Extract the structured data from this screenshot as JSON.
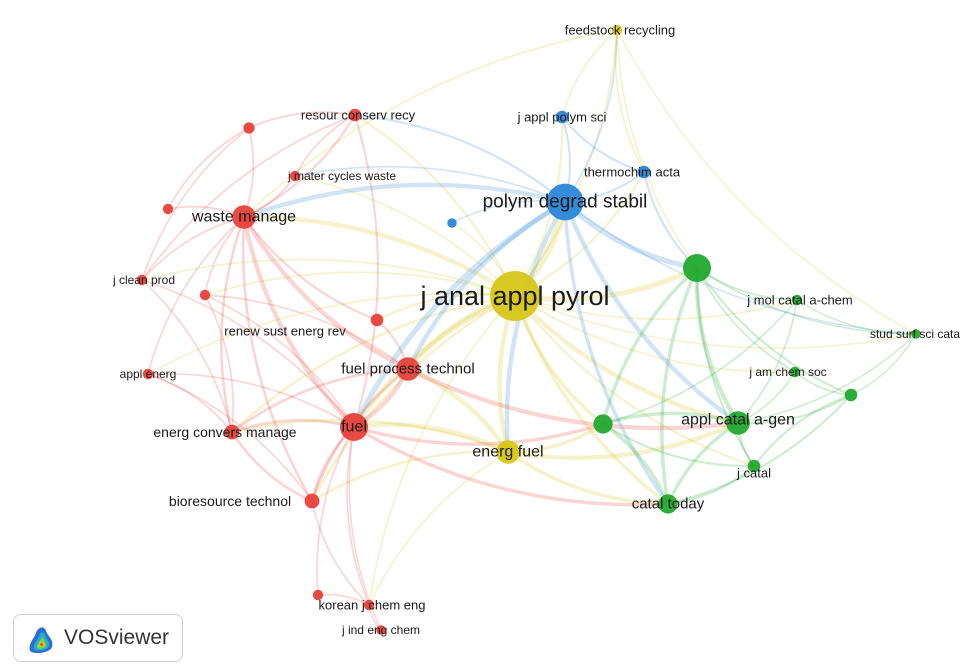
{
  "logo": {
    "text": "VOSviewer"
  },
  "clusters": {
    "red": "#e8403a",
    "yellow": "#d7c619",
    "blue": "#2b86d6",
    "green": "#22a92e"
  },
  "nodes": [
    {
      "id": "janal",
      "label": "j anal appl pyrol",
      "cluster": "yellow",
      "weight": 10
    },
    {
      "id": "polym",
      "label": "polym degrad stabil",
      "cluster": "blue",
      "weight": 7
    },
    {
      "id": "energfuel",
      "label": "energ fuel",
      "cluster": "yellow",
      "weight": 4
    },
    {
      "id": "feedstock",
      "label": "feedstock recycling",
      "cluster": "yellow",
      "weight": 1
    },
    {
      "id": "japplpolym",
      "label": "j appl polym sci",
      "cluster": "blue",
      "weight": 1.5
    },
    {
      "id": "thermo",
      "label": "thermochim acta",
      "cluster": "blue",
      "weight": 1.5
    },
    {
      "id": "blue_small",
      "label": "",
      "cluster": "blue",
      "weight": 0.8
    },
    {
      "id": "waste",
      "label": "waste manage",
      "cluster": "red",
      "weight": 4
    },
    {
      "id": "resour",
      "label": "resour conserv recy",
      "cluster": "red",
      "weight": 1.5
    },
    {
      "id": "jmater",
      "label": "j mater cycles waste",
      "cluster": "red",
      "weight": 1
    },
    {
      "id": "jclean",
      "label": "j clean prod",
      "cluster": "red",
      "weight": 1
    },
    {
      "id": "renew",
      "label": "renew sust energ rev",
      "cluster": "red",
      "weight": 1
    },
    {
      "id": "fuelproc",
      "label": "fuel process technol",
      "cluster": "red",
      "weight": 4
    },
    {
      "id": "applenerg",
      "label": "appl energ",
      "cluster": "red",
      "weight": 1
    },
    {
      "id": "fuel",
      "label": "fuel",
      "cluster": "red",
      "weight": 5
    },
    {
      "id": "energconv",
      "label": "energ convers manage",
      "cluster": "red",
      "weight": 2
    },
    {
      "id": "bioresource",
      "label": "bioresource technol",
      "cluster": "red",
      "weight": 2
    },
    {
      "id": "korean",
      "label": "korean j chem eng",
      "cluster": "red",
      "weight": 1
    },
    {
      "id": "jindeng",
      "label": "j ind eng chem",
      "cluster": "red",
      "weight": 0.8
    },
    {
      "id": "red_a",
      "label": "",
      "cluster": "red",
      "weight": 1.2
    },
    {
      "id": "red_b",
      "label": "",
      "cluster": "red",
      "weight": 1
    },
    {
      "id": "red_c",
      "label": "",
      "cluster": "red",
      "weight": 1.5
    },
    {
      "id": "red_d",
      "label": "",
      "cluster": "red",
      "weight": 1
    },
    {
      "id": "green_top",
      "label": "",
      "cluster": "green",
      "weight": 5
    },
    {
      "id": "jmol",
      "label": "j mol catal a-chem",
      "cluster": "green",
      "weight": 1
    },
    {
      "id": "stud",
      "label": "stud surf sci cata",
      "cluster": "green",
      "weight": 0.8
    },
    {
      "id": "jamchem",
      "label": "j am chem soc",
      "cluster": "green",
      "weight": 1
    },
    {
      "id": "green_right",
      "label": "",
      "cluster": "green",
      "weight": 1.5
    },
    {
      "id": "applcatal",
      "label": "appl catal a-gen",
      "cluster": "green",
      "weight": 4
    },
    {
      "id": "green_mid",
      "label": "",
      "cluster": "green",
      "weight": 3
    },
    {
      "id": "jcatal",
      "label": "j catal",
      "cluster": "green",
      "weight": 1.5
    },
    {
      "id": "catal",
      "label": "catal today",
      "cluster": "green",
      "weight": 3
    }
  ],
  "links": [
    [
      "janal",
      "polym"
    ],
    [
      "janal",
      "energfuel"
    ],
    [
      "janal",
      "feedstock"
    ],
    [
      "janal",
      "japplpolym"
    ],
    [
      "janal",
      "thermo"
    ],
    [
      "janal",
      "waste"
    ],
    [
      "janal",
      "fuelproc"
    ],
    [
      "janal",
      "fuel"
    ],
    [
      "janal",
      "energconv"
    ],
    [
      "janal",
      "bioresource"
    ],
    [
      "janal",
      "green_top"
    ],
    [
      "janal",
      "applcatal"
    ],
    [
      "janal",
      "catal"
    ],
    [
      "janal",
      "green_mid"
    ],
    [
      "janal",
      "jcatal"
    ],
    [
      "janal",
      "renew"
    ],
    [
      "janal",
      "resour"
    ],
    [
      "janal",
      "jmater"
    ],
    [
      "janal",
      "korean"
    ],
    [
      "janal",
      "jmol"
    ],
    [
      "janal",
      "jamchem"
    ],
    [
      "janal",
      "red_c"
    ],
    [
      "janal",
      "blue_small"
    ],
    [
      "janal",
      "stud"
    ],
    [
      "janal",
      "jclean"
    ],
    [
      "janal",
      "applenerg"
    ],
    [
      "polym",
      "japplpolym"
    ],
    [
      "polym",
      "thermo"
    ],
    [
      "polym",
      "feedstock"
    ],
    [
      "polym",
      "waste"
    ],
    [
      "polym",
      "resour"
    ],
    [
      "polym",
      "green_top"
    ],
    [
      "polym",
      "applcatal"
    ],
    [
      "polym",
      "fuelproc"
    ],
    [
      "polym",
      "fuel"
    ],
    [
      "polym",
      "energfuel"
    ],
    [
      "polym",
      "catal"
    ],
    [
      "polym",
      "blue_small"
    ],
    [
      "polym",
      "jmater"
    ],
    [
      "polym",
      "stud"
    ],
    [
      "feedstock",
      "japplpolym"
    ],
    [
      "feedstock",
      "thermo"
    ],
    [
      "feedstock",
      "stud"
    ],
    [
      "feedstock",
      "waste"
    ],
    [
      "feedstock",
      "green_top"
    ],
    [
      "energfuel",
      "fuel"
    ],
    [
      "energfuel",
      "fuelproc"
    ],
    [
      "energfuel",
      "green_mid"
    ],
    [
      "energfuel",
      "catal"
    ],
    [
      "energfuel",
      "applcatal"
    ],
    [
      "energfuel",
      "bioresource"
    ],
    [
      "energfuel",
      "energconv"
    ],
    [
      "energfuel",
      "korean"
    ],
    [
      "waste",
      "resour"
    ],
    [
      "waste",
      "jmater"
    ],
    [
      "waste",
      "jclean"
    ],
    [
      "waste",
      "renew"
    ],
    [
      "waste",
      "fuelproc"
    ],
    [
      "waste",
      "fuel"
    ],
    [
      "waste",
      "energconv"
    ],
    [
      "waste",
      "applenerg"
    ],
    [
      "waste",
      "bioresource"
    ],
    [
      "waste",
      "red_a"
    ],
    [
      "waste",
      "red_b"
    ],
    [
      "waste",
      "red_c"
    ],
    [
      "fuel",
      "fuelproc"
    ],
    [
      "fuel",
      "energconv"
    ],
    [
      "fuel",
      "bioresource"
    ],
    [
      "fuel",
      "applenerg"
    ],
    [
      "fuel",
      "renew"
    ],
    [
      "fuel",
      "korean"
    ],
    [
      "fuel",
      "jindeng"
    ],
    [
      "fuel",
      "red_d"
    ],
    [
      "fuel",
      "jclean"
    ],
    [
      "fuel",
      "resour"
    ],
    [
      "fuel",
      "green_mid"
    ],
    [
      "fuel",
      "catal"
    ],
    [
      "fuelproc",
      "renew"
    ],
    [
      "fuelproc",
      "bioresource"
    ],
    [
      "fuelproc",
      "energconv"
    ],
    [
      "fuelproc",
      "red_c"
    ],
    [
      "fuelproc",
      "applcatal"
    ],
    [
      "energconv",
      "bioresource"
    ],
    [
      "energconv",
      "applenerg"
    ],
    [
      "energconv",
      "jclean"
    ],
    [
      "energconv",
      "renew"
    ],
    [
      "bioresource",
      "korean"
    ],
    [
      "bioresource",
      "applenerg"
    ],
    [
      "korean",
      "jindeng"
    ],
    [
      "korean",
      "red_d"
    ],
    [
      "resour",
      "jmater"
    ],
    [
      "resour",
      "red_a"
    ],
    [
      "resour",
      "jclean"
    ],
    [
      "red_a",
      "red_b"
    ],
    [
      "red_a",
      "jclean"
    ],
    [
      "green_top",
      "applcatal"
    ],
    [
      "green_top",
      "jmol"
    ],
    [
      "green_top",
      "jamchem"
    ],
    [
      "green_top",
      "green_right"
    ],
    [
      "green_top",
      "catal"
    ],
    [
      "green_top",
      "green_mid"
    ],
    [
      "green_top",
      "jcatal"
    ],
    [
      "green_top",
      "stud"
    ],
    [
      "applcatal",
      "catal"
    ],
    [
      "applcatal",
      "jcatal"
    ],
    [
      "applcatal",
      "jamchem"
    ],
    [
      "applcatal",
      "jmol"
    ],
    [
      "applcatal",
      "green_right"
    ],
    [
      "applcatal",
      "green_mid"
    ],
    [
      "applcatal",
      "stud"
    ],
    [
      "catal",
      "jcatal"
    ],
    [
      "catal",
      "green_mid"
    ],
    [
      "catal",
      "green_right"
    ],
    [
      "green_mid",
      "jcatal"
    ],
    [
      "green_mid",
      "jmol"
    ],
    [
      "jmol",
      "stud"
    ],
    [
      "jamchem",
      "green_right"
    ],
    [
      "green_right",
      "stud"
    ],
    [
      "green_right",
      "jcatal"
    ],
    [
      "thermo",
      "green_top"
    ],
    [
      "japplpolym",
      "thermo"
    ]
  ]
}
